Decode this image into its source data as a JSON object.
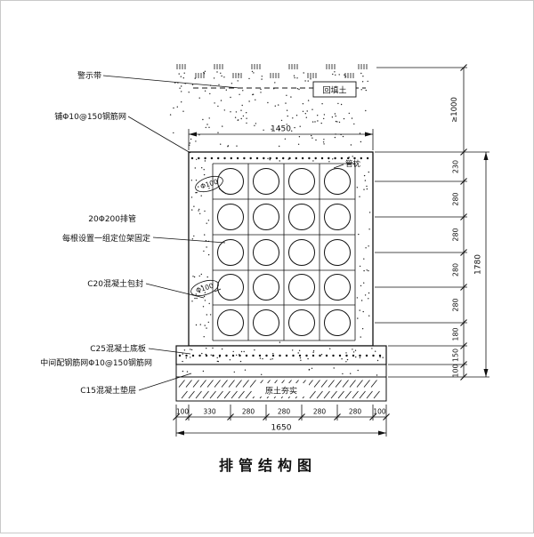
{
  "drawing_title": "排管结构图",
  "annotations": {
    "warning_tape": "警示带",
    "top_mesh": "铺Φ10@150钢筋网",
    "backfill": "回填土",
    "pipe_pillow": "管枕",
    "pipe_count_spec": "20Φ200排管",
    "pipe_fixing_note": "每根设置一组定位架固定",
    "pipe_dia_upper": "Φ100",
    "pipe_dia_lower": "Φ100",
    "encasement": "C20混凝土包封",
    "base_slab": "C25混凝土底板",
    "slab_mesh": "中间配钢筋网Φ10@150钢筋网",
    "cushion": "C15混凝土垫层",
    "compacted_soil": "原土夯实"
  },
  "dimensions": {
    "top_width": "1450",
    "bottom_segments": [
      "100",
      "330",
      "280",
      "280",
      "280",
      "280",
      "100"
    ],
    "bottom_total": "1650",
    "right_depth_min": "≥1000",
    "right_segments": [
      "230",
      "280",
      "280",
      "280",
      "280",
      "180",
      "150",
      "100"
    ],
    "right_total": "1780"
  },
  "grid": {
    "rows": 5,
    "cols": 4
  }
}
